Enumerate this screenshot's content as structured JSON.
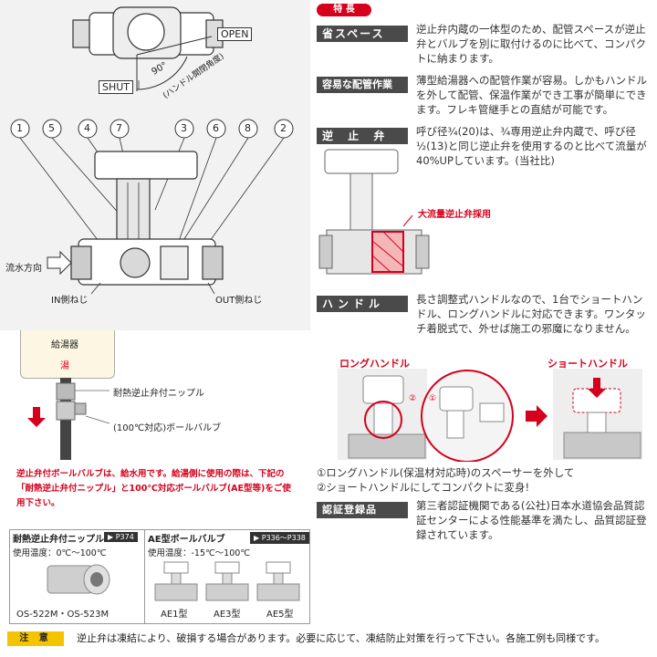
{
  "feature_badge": "特 長",
  "diagram": {
    "open_label": "OPEN",
    "shut_label": "SHUT",
    "angle_label": "90°",
    "handle_angle_label": "(ハンドル開閉角度)",
    "flow_direction": "流水方向",
    "in_thread": "IN側ねじ",
    "out_thread": "OUT側ねじ",
    "part_numbers": [
      "1",
      "5",
      "4",
      "7",
      "3",
      "6",
      "8",
      "2"
    ]
  },
  "sections": {
    "space": {
      "label": "省スペース",
      "text": "逆止弁内蔵の一体型のため、配管スペースが逆止弁とバルブを別に取付けるのに比べて、コンパクトに納まります。"
    },
    "piping": {
      "label": "容易な配管作業",
      "text": "薄型給湯器への配管作業が容易。しかもハンドルを外して配管、保温作業ができ工事が簡単にできます。フレキ管継手との直結が可能です。"
    },
    "check_valve": {
      "label": "逆 止 弁",
      "text": "呼び径¾(20)は、¾専用逆止弁内蔵で、呼び径½(13)と同じ逆止弁を使用するのと比べて流量が40%UPしています。(当社比)",
      "callout": "大流量逆止弁採用"
    },
    "handle": {
      "label": "ハンドル",
      "text": "長さ調整式ハンドルなので、1台でショートハンドル、ロングハンドルに対応できます。ワンタッチ着脱式で、外せば施工の邪魔になりません。",
      "long_label": "ロングハンドル",
      "short_label": "ショートハンドル",
      "step1": "①ロングハンドル(保温材対応時)のスペーサーを外して",
      "step2": "②ショートハンドルにしてコンパクトに変身!",
      "mark1": "①",
      "mark2": "②"
    },
    "cert": {
      "label": "認証登録品",
      "text": "第三者認証機関である(公社)日本水道協会品質認証センターによる性能基準を満たし、品質認証登録されています。"
    }
  },
  "install": {
    "heater": "給湯器",
    "hot": "湯",
    "nipple_label": "耐熱逆止弁付ニップル",
    "ball_valve_label": "(100℃対応)ボールバルブ",
    "warning": "逆止弁付ボールバルブは、給水用です。給湯側に使用の際は、下記の「耐熱逆止弁付ニップル」と100℃対応ボールバルブ(AE型等)をご使用下さい。"
  },
  "products": {
    "nipple": {
      "title": "耐熱逆止弁付ニップル",
      "page": "▶ P374",
      "temp": "使用温度：0℃〜100℃",
      "models": "OS-522M・OS-523M"
    },
    "ae": {
      "title": "AE型ボールバルブ",
      "page": "▶ P336〜P338",
      "temp": "使用温度：-15℃〜100℃",
      "models": [
        "AE1型",
        "AE3型",
        "AE5型"
      ]
    }
  },
  "note": {
    "label": "注 意",
    "text": "逆止弁は凍結により、破損する場合があります。必要に応じて、凍結防止対策を行って下さい。各施工例も同様です。"
  },
  "colors": {
    "accent": "#d6001c",
    "label_bg": "#4a4a4a",
    "note_bg": "#f5c400"
  }
}
